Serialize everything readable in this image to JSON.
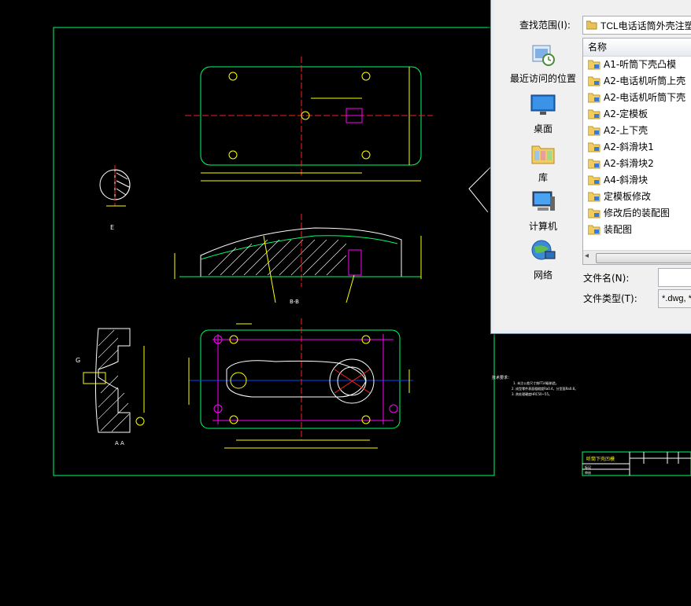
{
  "drawing": {
    "section_a_label": "A  A",
    "section_b_label": "B-B",
    "section_e_label": "E",
    "detail_g_label": "G",
    "title_block": {
      "part_name": "听筒下壳凹模",
      "row1": "标记",
      "row2": "审核"
    },
    "tech_requirements": {
      "heading": "技术要求：",
      "lines": [
        "1. 未注公差尺寸按IT14级制造。",
        "2. 成型零件表面粗糙度Ra0.4，分型面Ra0.8。",
        "3. 热处理硬度HRC50~55。"
      ]
    }
  },
  "dialog": {
    "lookin_label": "查找范围(I):",
    "lookin_value": "TCL电话话筒外壳注塑模",
    "places": [
      {
        "label": "最近访问的位置",
        "icon": "recent-places-icon"
      },
      {
        "label": "桌面",
        "icon": "desktop-icon"
      },
      {
        "label": "库",
        "icon": "library-icon"
      },
      {
        "label": "计算机",
        "icon": "computer-icon"
      },
      {
        "label": "网络",
        "icon": "network-icon"
      }
    ],
    "column_name": "名称",
    "files": [
      "A1-听筒下壳凸模",
      "A2-电话机听筒上壳",
      "A2-电话机听筒下壳",
      "A2-定模板",
      "A2-上下壳",
      "A2-斜滑块1",
      "A2-斜滑块2",
      "A4-斜滑块",
      "定模板修改",
      "修改后的装配图",
      "装配图"
    ],
    "filename_label": "文件名(N):",
    "filename_value": "",
    "filetype_label": "文件类型(T):",
    "filetype_value": "*.dwg, *.dxf"
  }
}
